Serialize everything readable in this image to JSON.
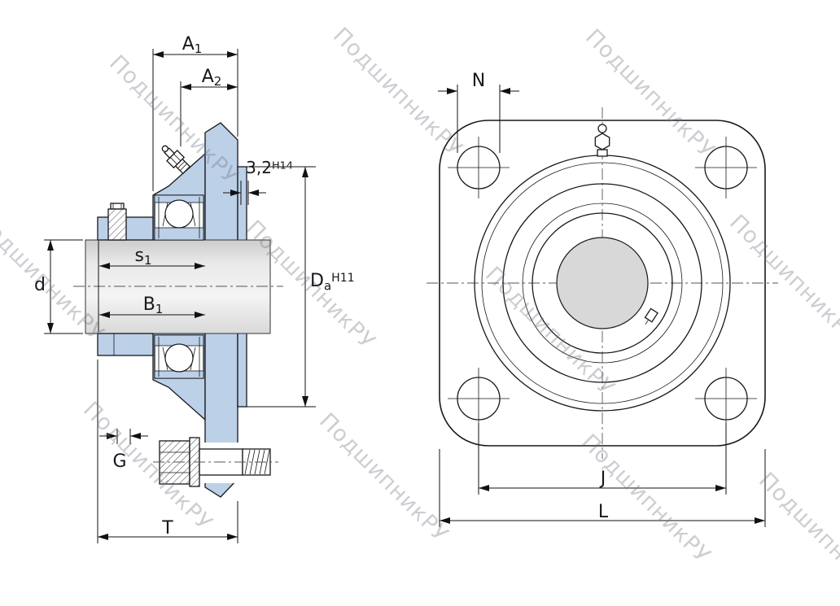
{
  "watermark": {
    "text": "ПодшипникРУ"
  },
  "colors": {
    "paper": "#ffffff",
    "line": "#16181c",
    "dim": "#111111",
    "housing": "#bcd0e8",
    "bore-fill": "#d8d8d8",
    "shaft-dark": "#cccccc",
    "shaft-light": "#f4f4f4",
    "watermark": "rgba(110,115,125,0.35)"
  },
  "views": {
    "section": "side-section-view",
    "front": "front-view"
  },
  "dimensions": {
    "A1": {
      "base": "A",
      "sub": "1"
    },
    "A2": {
      "base": "A",
      "sub": "2"
    },
    "groove": {
      "base": "3,2",
      "sup": "H14"
    },
    "d": {
      "base": "d"
    },
    "s1": {
      "base": "s",
      "sub": "1"
    },
    "B1": {
      "base": "B",
      "sub": "1"
    },
    "Da": {
      "base": "D",
      "sub": "a",
      "sup": "H11"
    },
    "G": {
      "base": "G"
    },
    "T": {
      "base": "T"
    },
    "N": {
      "base": "N"
    },
    "J": {
      "base": "J"
    },
    "L": {
      "base": "L"
    }
  }
}
